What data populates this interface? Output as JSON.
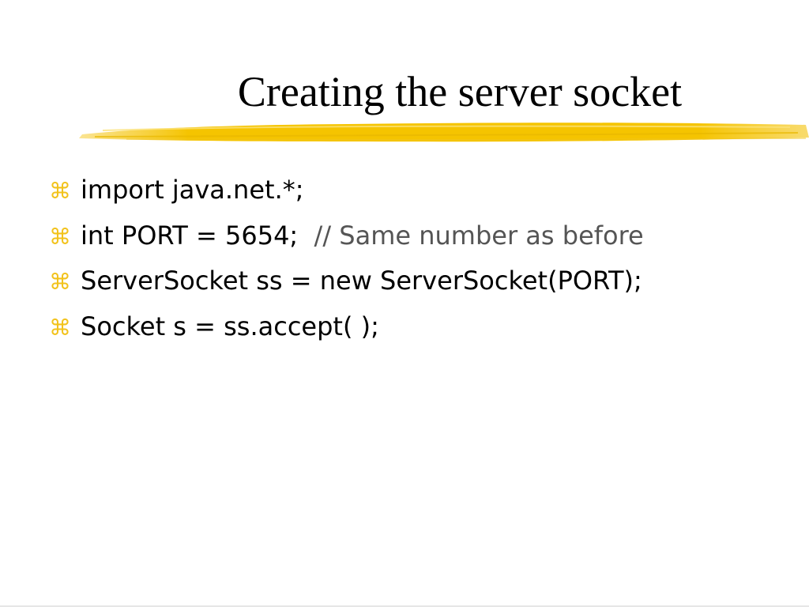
{
  "slide": {
    "title": "Creating the server socket",
    "bullet_icon": "command-key-icon",
    "bullet_glyph": "⌘",
    "bullet_color": "#f2c21b",
    "brush_color": "#f5c400",
    "comment_color": "#555555",
    "bullets": [
      {
        "code": "import java.net.*;",
        "comment": ""
      },
      {
        "code": "int PORT = 5654;  ",
        "comment": "// Same number as before"
      },
      {
        "code": "ServerSocket ss = new ServerSocket(PORT);",
        "comment": ""
      },
      {
        "code": "Socket s = ss.accept( );",
        "comment": ""
      }
    ]
  }
}
